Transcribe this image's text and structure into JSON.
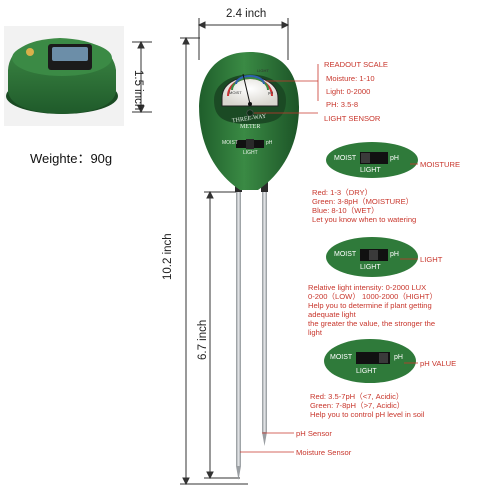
{
  "dimensions": {
    "width_label": "2.4 inch",
    "height_label": "1.5 inch",
    "total_length_label": "10.2 inch",
    "probe_length_label": "6.7 inch"
  },
  "weight_label": "Weighte：90g",
  "meter": {
    "brand": "THREE-WAY",
    "name": "METER",
    "switch_left": "MOIST",
    "switch_right": "pH",
    "switch_bottom": "LIGHT",
    "dial_labels": [
      "LIGHT",
      "MOIST",
      "pH"
    ]
  },
  "callouts": {
    "readout_scale": {
      "title": "READOUT SCALE",
      "lines": [
        "Moisture:  1-10",
        "Light:  0-2000",
        "PH:  3.5-8"
      ]
    },
    "light_sensor": "LIGHT SENSOR",
    "moisture": {
      "title": "MOISTURE",
      "lines": [
        "Red:  1-3（DRY）",
        "Green:  3-8pH（MOISTURE）",
        "Blue:  8-10（WET）",
        "Let you know when to watering"
      ]
    },
    "light": {
      "title": "LIGHT",
      "lines": [
        "Relative light intensity:  0-2000 LUX",
        "0-200（LOW）    1000-2000（HIGHT）",
        "Help you to determine if plant getting",
        "adequate light",
        "the greater the value,  the stronger the",
        "light"
      ]
    },
    "ph_value": {
      "title": "pH VALUE",
      "lines": [
        "Red:  3.5-7pH（<7,  Acidic）",
        "Green:  7-8pH（>7,  Acidic）",
        "Help you to control pH level in soil"
      ]
    },
    "ph_sensor": "pH Sensor",
    "moisture_sensor": "Moisture Sensor"
  },
  "switch_panels": {
    "moisture": {
      "left": "MOIST",
      "right": "pH",
      "bottom": "LIGHT"
    },
    "light": {
      "left": "MOIST",
      "right": "pH",
      "bottom": "LIGHT"
    },
    "ph": {
      "left": "MOIST",
      "right": "pH",
      "bottom": "LIGHT"
    }
  },
  "colors": {
    "meter_green": "#2f7a3a",
    "callout_red": "#c8362c",
    "probe_steel": "#b8bcc0"
  }
}
